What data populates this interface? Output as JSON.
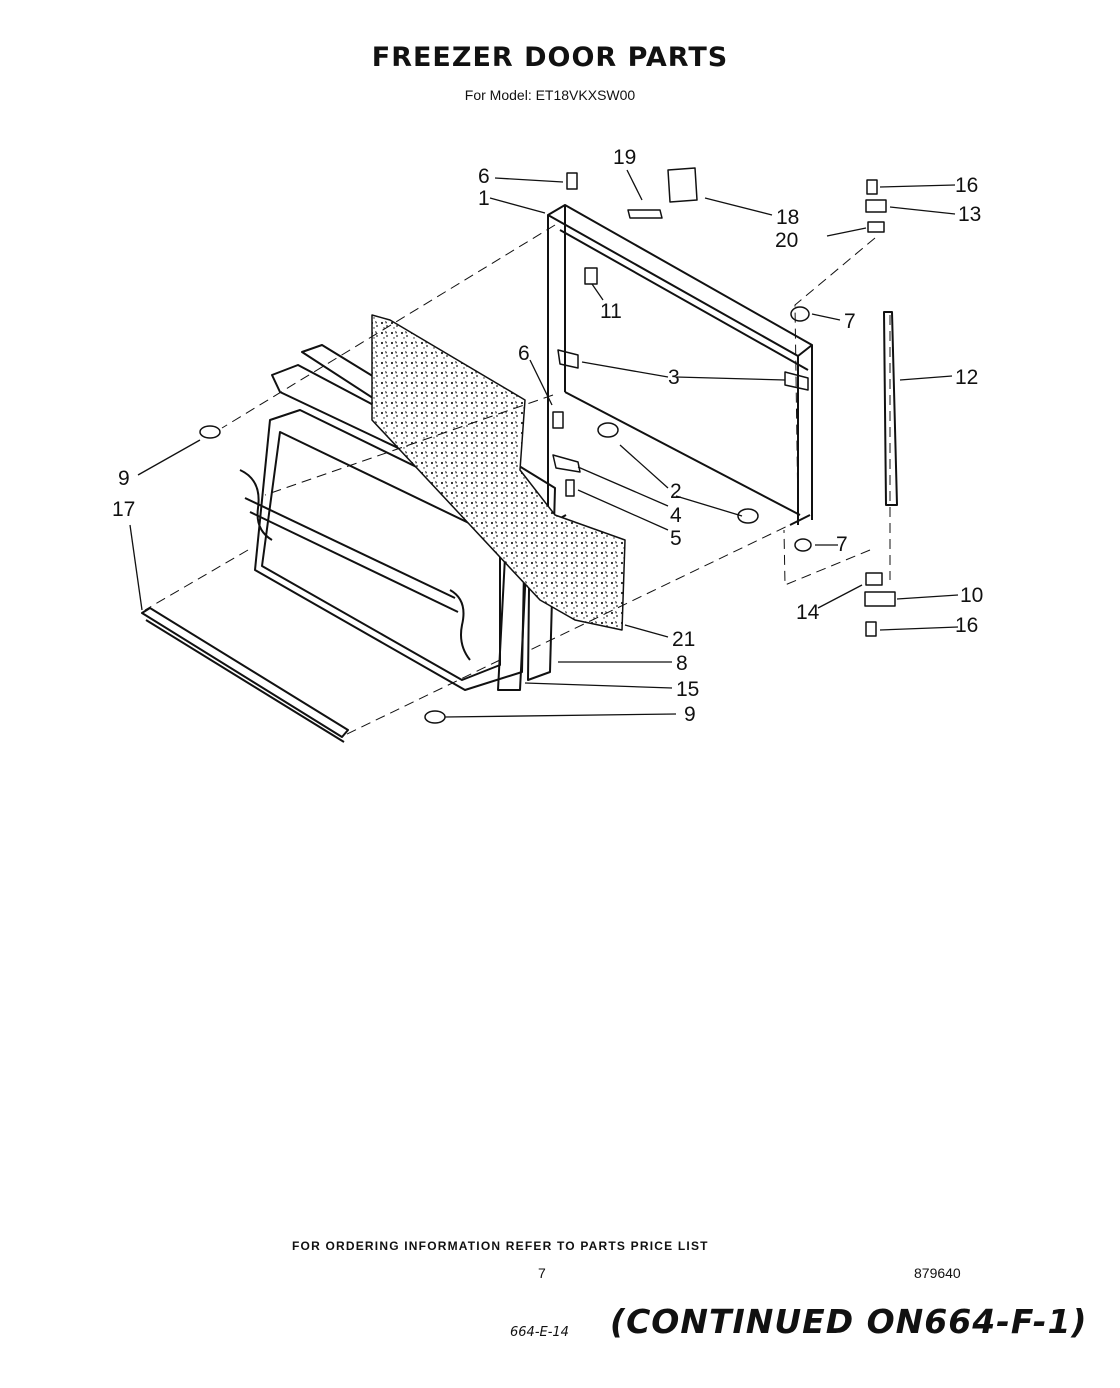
{
  "header": {
    "title": "FREEZER DOOR PARTS",
    "subtitle": "For Model: ET18VKXSW00"
  },
  "callouts": [
    "1",
    "2",
    "3",
    "4",
    "5",
    "6",
    "6",
    "7",
    "7",
    "8",
    "9",
    "9",
    "10",
    "11",
    "12",
    "13",
    "14",
    "15",
    "16",
    "16",
    "17",
    "18",
    "19",
    "20",
    "21"
  ],
  "footer": {
    "ordering_note": "FOR ORDERING INFORMATION REFER TO PARTS PRICE LIST",
    "page_number": "7",
    "document_number": "879640",
    "handwritten_ref": "664-E-14",
    "continued_note": "(CONTINUED ON664-F-1)"
  }
}
